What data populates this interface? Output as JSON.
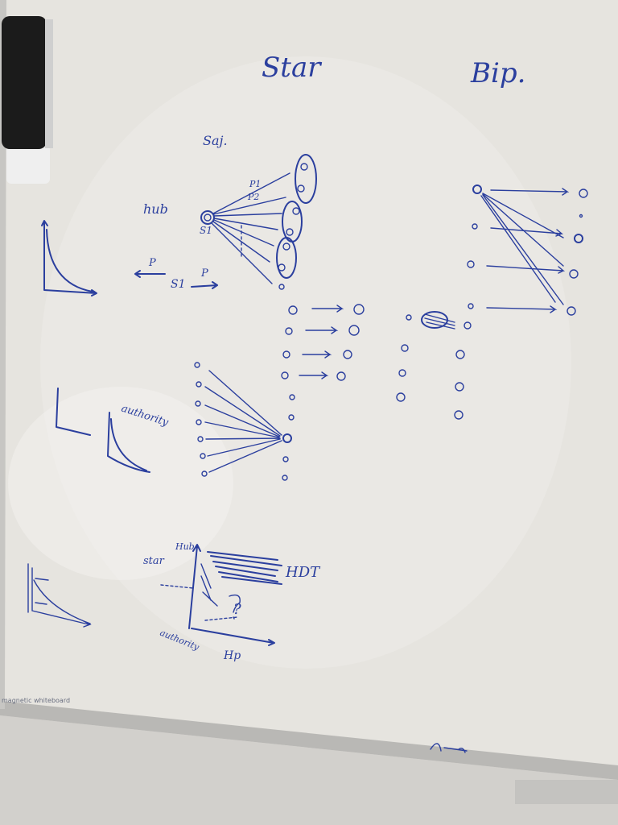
{
  "board": {
    "title_left": "Star",
    "title_right": "Bip.",
    "label_sa": "Saj.",
    "label_hub": "hub",
    "label_s1": "S1",
    "label_p1": "P1",
    "label_p2": "P2",
    "label_p_left": "P",
    "label_p_right": "P",
    "label_s1_mid": "S1",
    "label_authority": "authority",
    "bottom_hub": "Hub",
    "bottom_star": "star",
    "bottom_authority": "authority",
    "bottom_hdt": "HDT",
    "bottom_hp": "Hp",
    "bottom_question": "?",
    "marker_brand": "magnetic whiteboard"
  },
  "colors": {
    "ink": "#2b3f9e",
    "board": "#e6e4df",
    "frame": "#b9b8b5",
    "eraser": "#1b1b1b"
  }
}
